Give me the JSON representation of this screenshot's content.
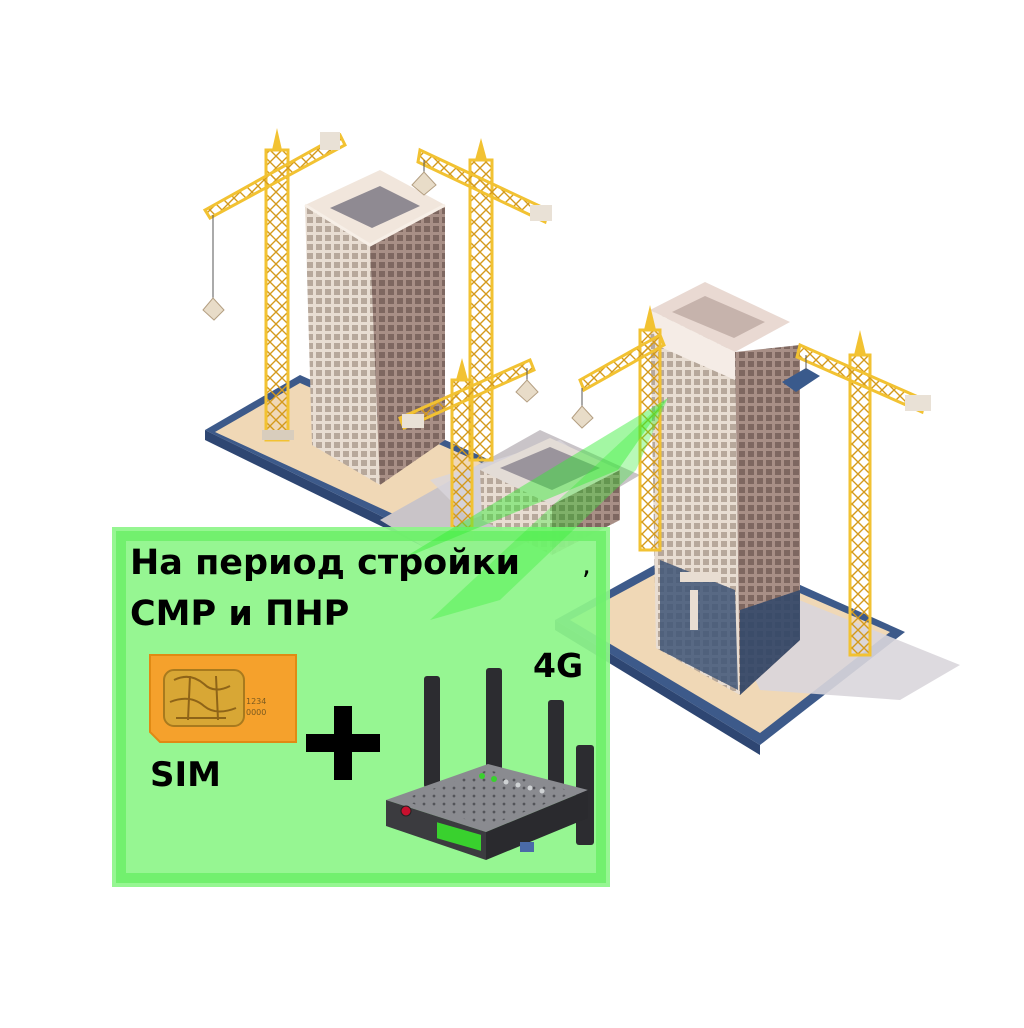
{
  "headline": {
    "line1": "На период стройки",
    "line1_suffix": ",",
    "line2": "СМР и ПНР"
  },
  "labels": {
    "network": "4G",
    "sim": "SIM",
    "sim_code_line1": "1234",
    "sim_code_line2": "0000"
  },
  "icons": {
    "sim": "sim-card-icon",
    "plus": "plus-icon",
    "router": "router-icon"
  },
  "colors": {
    "panel_fill": "#8ef58a",
    "panel_border": "#6ef06a",
    "beam": "#33ee33",
    "crane": "#f2c232",
    "sim_card": "#f5a12c",
    "chip": "#d8a735",
    "router_body": "#3b3b3f",
    "router_top": "#8a8b90",
    "led_green": "#39d12e"
  }
}
